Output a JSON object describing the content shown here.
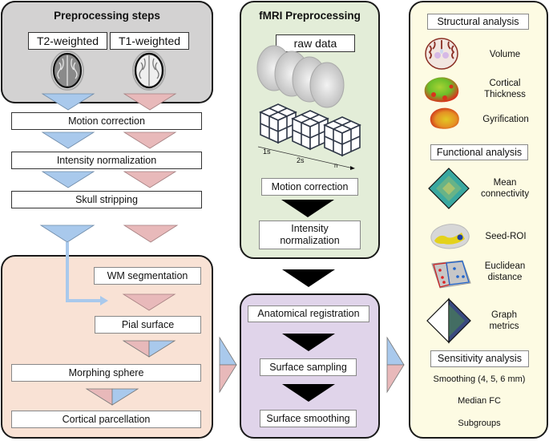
{
  "colors": {
    "t2_blue": "#a9c9ec",
    "t1_pink": "#e8b9ba",
    "panel_gray": "#d3d2d2",
    "panel_peach": "#f9e2d5",
    "panel_green": "#e3edd8",
    "panel_purple": "#e0d4ea",
    "panel_yellow": "#fdfbe3",
    "arrow_black": "#000000"
  },
  "preprocessing": {
    "title": "Preprocessing steps",
    "t2_label": "T2-weighted",
    "t1_label": "T1-weighted",
    "steps": [
      "Motion correction",
      "Intensity normalization",
      "Skull stripping"
    ]
  },
  "surface": {
    "steps": [
      "WM segmentation",
      "Pial surface",
      "Morphing sphere",
      "Cortical parcellation"
    ]
  },
  "fmri": {
    "title": "fMRI Preprocessing",
    "raw_label": "raw data",
    "time_labels": [
      "1s",
      "2s",
      "n"
    ],
    "steps": [
      "Motion correction",
      "Intensity normalization"
    ]
  },
  "registration": {
    "steps": [
      "Anatomical registration",
      "Surface sampling",
      "Surface smoothing"
    ]
  },
  "analysis": {
    "structural_title": "Structural analysis",
    "structural_items": [
      "Volume",
      "Cortical Thickness",
      "Gyrification"
    ],
    "functional_title": "Functional analysis",
    "functional_items": [
      "Mean connectivity",
      "Seed-ROI",
      "Euclidean distance",
      "Graph metrics"
    ],
    "sensitivity_title": "Sensitivity analysis",
    "sensitivity_items": [
      "Smoothing (4, 5, 6 mm)",
      "Median FC",
      "Subgroups"
    ]
  }
}
